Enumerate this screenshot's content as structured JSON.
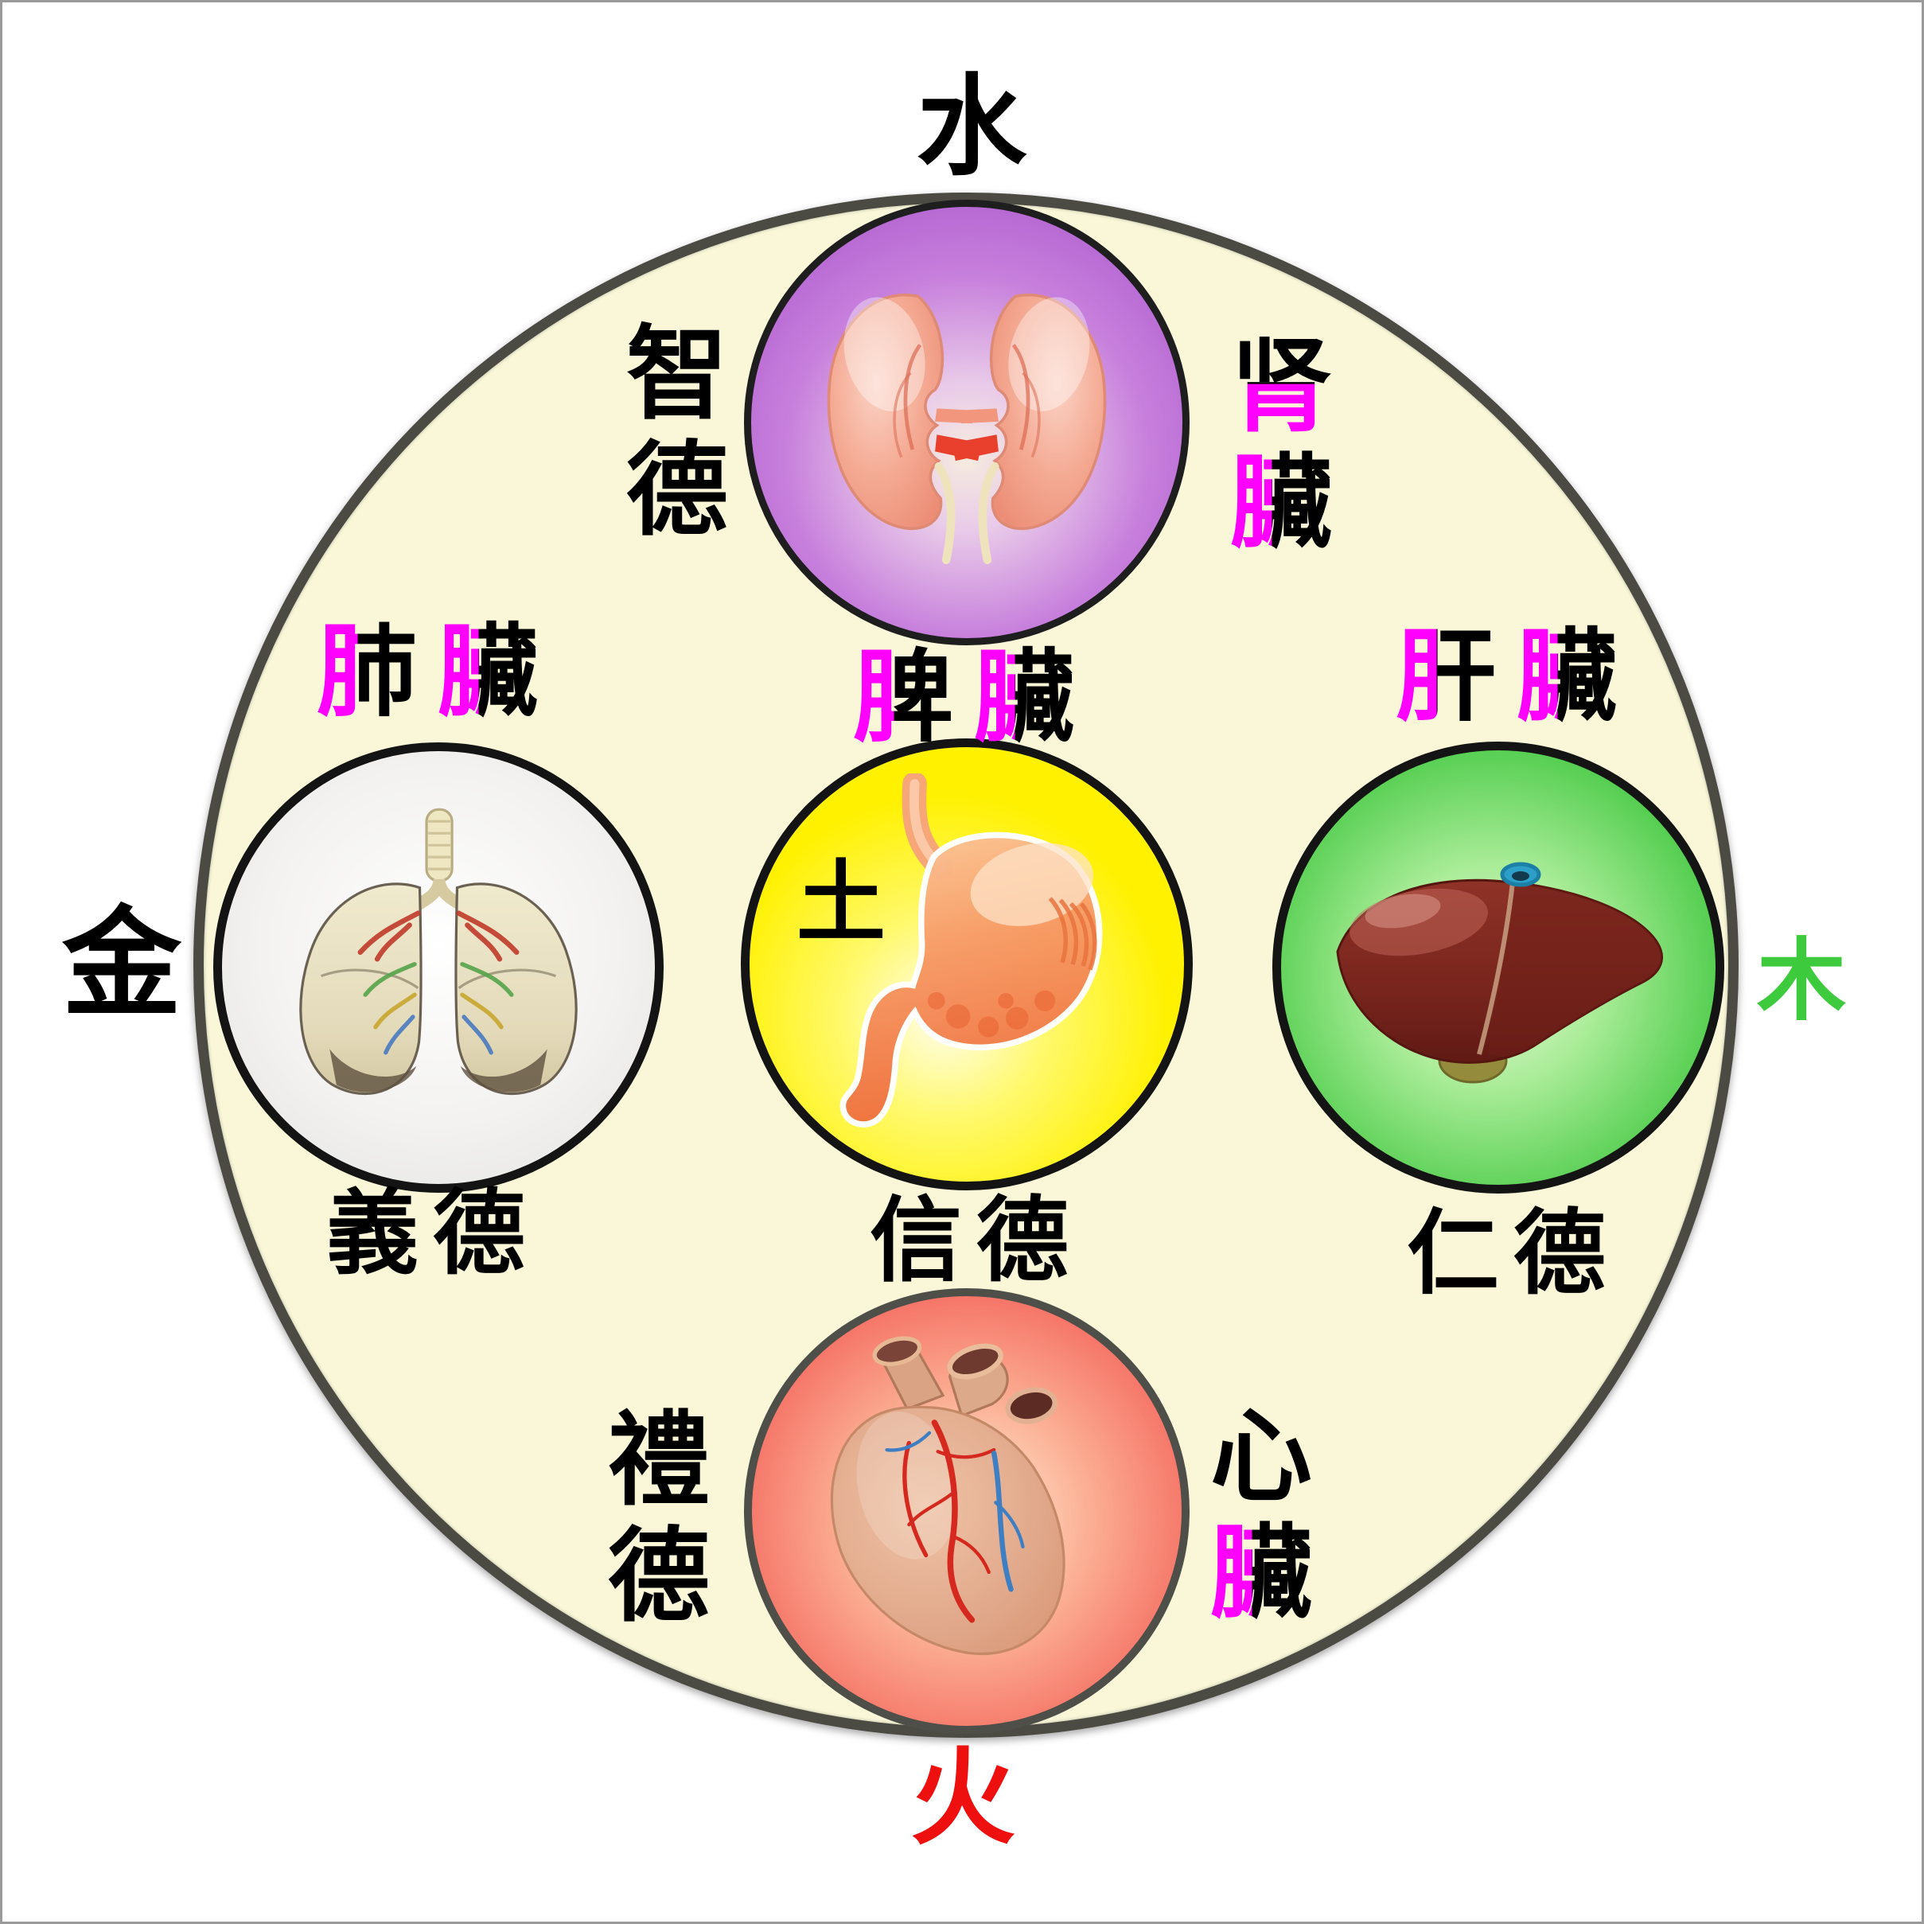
{
  "frame": {
    "border_color": "#9A9A9A"
  },
  "outer_circle": {
    "fill": "#F9F7D8",
    "border_color": "#4B4B44"
  },
  "accent": {
    "radical_magenta": "#FF00FF"
  },
  "elements": {
    "water": {
      "label": "水",
      "color": "#000000"
    },
    "metal": {
      "label": "金",
      "color": "#000000"
    },
    "wood": {
      "label": "木",
      "color": "#3DCB3D"
    },
    "fire": {
      "label": "火",
      "color": "#EE0F0F"
    },
    "earth": {
      "label": "土",
      "color": "#000000"
    }
  },
  "nodes": {
    "kidney": {
      "organ_char": "肾",
      "zang_char": "臟",
      "virtue_char1": "智",
      "virtue_char2": "德",
      "circle_color": "#B160D0",
      "organ_image": "kidneys"
    },
    "lung": {
      "organ_char": "肺",
      "zang_char": "臟",
      "virtue_text": "義德",
      "circle_color": "#EFEEEC",
      "organ_image": "lungs"
    },
    "spleen": {
      "organ_char": "脾",
      "zang_char": "臟",
      "virtue_text": "信德",
      "circle_color": "#FFF100",
      "organ_image": "stomach"
    },
    "liver": {
      "organ_char": "肝",
      "zang_char": "臟",
      "virtue_text": "仁德",
      "circle_color": "#47C847",
      "organ_image": "liver"
    },
    "heart": {
      "organ_char": "心",
      "zang_char": "臟",
      "virtue_char1": "禮",
      "virtue_char2": "德",
      "circle_color": "#F4615B",
      "organ_image": "heart"
    }
  }
}
